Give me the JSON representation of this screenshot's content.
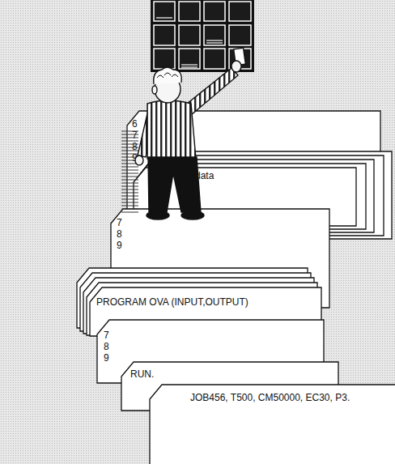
{
  "diagram": {
    "nodes": [
      {
        "text": [
          "6 7 8 9"
        ]
      },
      {
        "text": [
          "data"
        ]
      },
      {
        "text": [
          "7 8 9"
        ]
      },
      {
        "text": [
          "PROGRAM OVA (INPUT,OUTPUT)"
        ]
      },
      {
        "text": [
          "7 8 9"
        ]
      },
      {
        "text": [
          "RUN."
        ]
      },
      {
        "text": [
          "JOB456, T500, CM50000, EC30, P3."
        ]
      }
    ]
  }
}
